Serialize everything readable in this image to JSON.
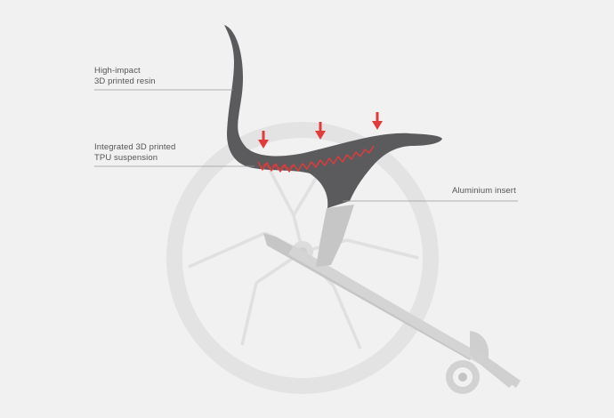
{
  "callouts": {
    "resin": {
      "line1": "High-impact",
      "line2": "3D printed resin"
    },
    "tpu": {
      "line1": "Integrated 3D printed",
      "line2": "TPU suspension"
    },
    "aluminium": {
      "line1": "Aluminium insert"
    }
  },
  "colors": {
    "background": "#f1f1f1",
    "seat_resin": "#5b5b5e",
    "wheel_light": "#dcdcdc",
    "frame_grey": "#c8c8c8",
    "suspension_red": "#e23b3b",
    "label_text": "#555555",
    "leader_line": "#9a9a9a"
  },
  "icons": {
    "pressure_arrows": "down-arrow-icon"
  }
}
